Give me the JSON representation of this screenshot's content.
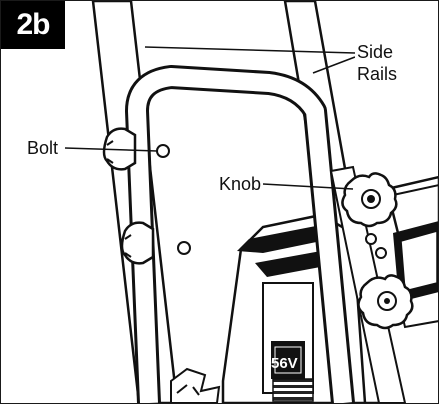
{
  "step": "2b",
  "labels": {
    "side_rails_line1": "Side",
    "side_rails_line2": "Rails",
    "bolt": "Bolt",
    "knob": "Knob"
  },
  "product_marking": "56V"
}
